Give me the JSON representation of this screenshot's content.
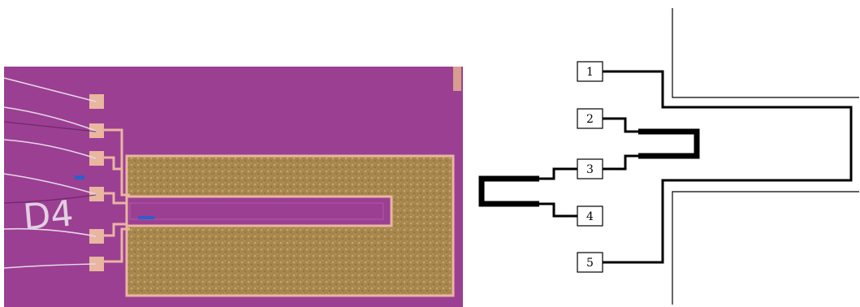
{
  "photo": {
    "chip_label": "D4",
    "colors": {
      "substrate": "#9b3f93",
      "substrate_light": "#a54c9c",
      "metal": "#e9b6a0",
      "cavity": "#a7864c",
      "cavity_light": "#c5a670",
      "bond_wire": "#e6d8e6",
      "marker": "#2d5fc8"
    }
  },
  "schematic": {
    "pads": [
      {
        "id": "1",
        "label": "1"
      },
      {
        "id": "2",
        "label": "2"
      },
      {
        "id": "3",
        "label": "3"
      },
      {
        "id": "4",
        "label": "4"
      },
      {
        "id": "5",
        "label": "5"
      }
    ],
    "colors": {
      "line": "#000000",
      "box_fill": "#ffffff"
    }
  }
}
